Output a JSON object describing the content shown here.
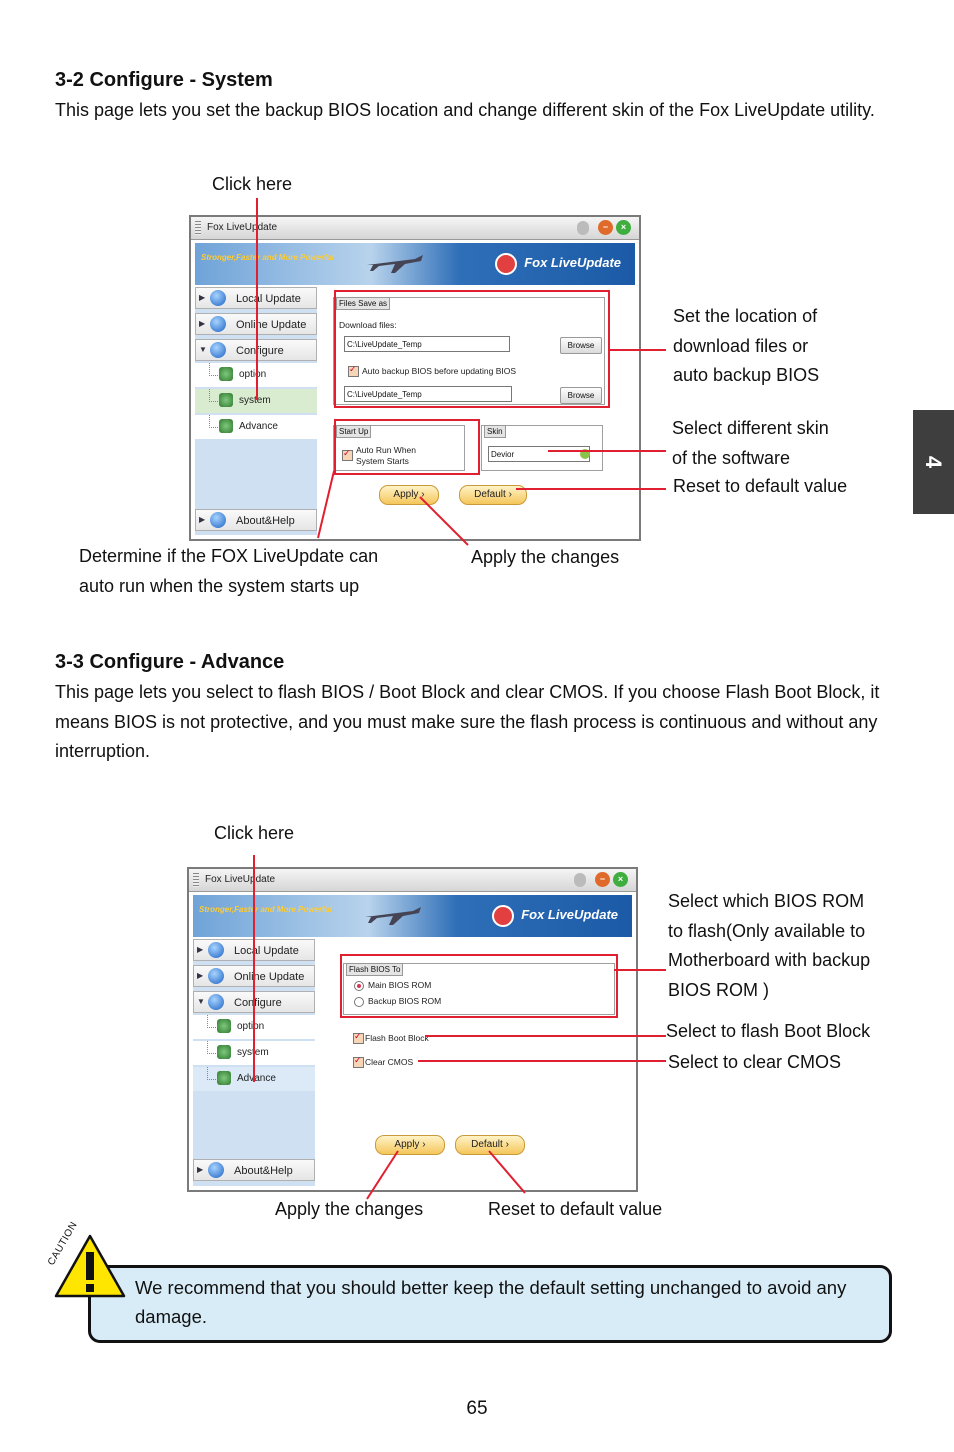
{
  "section1": {
    "heading": "3-2 Configure - System",
    "paragraph": "This page lets you set the backup BIOS location and change different skin of the Fox LiveUpdate utility.",
    "annotations": {
      "click_here": "Click here",
      "set_location": [
        "Set the location of",
        "download files or",
        "auto backup BIOS"
      ],
      "select_skin": [
        "Select different skin",
        "of the software"
      ],
      "reset_default": "Reset to default value",
      "auto_run": [
        "Determine if the FOX LiveUpdate can",
        "auto run when the system starts up"
      ],
      "apply_changes": "Apply the changes"
    }
  },
  "section2": {
    "heading": "3-3 Configure - Advance",
    "paragraph": "This page lets you select to flash BIOS / Boot Block and clear CMOS. If you choose Flash Boot Block, it means BIOS is not protective, and you must make sure the flash process is continuous and without any interruption.",
    "annotations": {
      "click_here": "Click here",
      "select_rom": [
        "Select which BIOS ROM",
        "to flash(Only available to",
        "Motherboard with backup",
        "BIOS ROM )"
      ],
      "flash_boot_block": "Select to flash Boot Block",
      "clear_cmos": "Select to clear CMOS",
      "apply_changes": "Apply the changes",
      "reset_default": "Reset to default value"
    }
  },
  "app": {
    "window_title": "Fox LiveUpdate",
    "slogan": "Stronger,Faster and More Powerful",
    "brand": "Fox LiveUpdate",
    "sidebar": {
      "local_update": "Local Update",
      "online_update": "Online Update",
      "configure": "Configure",
      "option": "option",
      "system": "system",
      "advance": "Advance",
      "about_help": "About&Help"
    },
    "system_page": {
      "files_save_as": "Files Save as",
      "download_files_label": "Download files:",
      "download_path": "C:\\LiveUpdate_Temp",
      "browse": "Browse",
      "auto_backup_label": "Auto backup BIOS before updating BIOS",
      "backup_path": "C:\\LiveUpdate_Temp",
      "start_up": "Start Up",
      "auto_run_line1": "Auto Run When",
      "auto_run_line2": "System Starts",
      "skin": "Skin",
      "skin_value": "Devior",
      "apply": "Apply",
      "default": "Default"
    },
    "advance_page": {
      "flash_bios_to": "Flash BIOS To",
      "main_rom": "Main BIOS ROM",
      "backup_rom": "Backup BIOS ROM",
      "flash_boot_block": "Flash Boot Block",
      "clear_cmos": "Clear CMOS",
      "apply": "Apply",
      "default": "Default"
    }
  },
  "chapter_tab": "4",
  "caution": {
    "label": "CAUTION",
    "text": "We recommend that you should better keep the default setting unchanged to avoid any damage."
  },
  "page_number": "65",
  "colors": {
    "annotation_red": "#e02030",
    "caution_fill": "#d8ecf8",
    "caution_triangle": "#ffe600",
    "chapter_tab": "#3e3e3e"
  }
}
